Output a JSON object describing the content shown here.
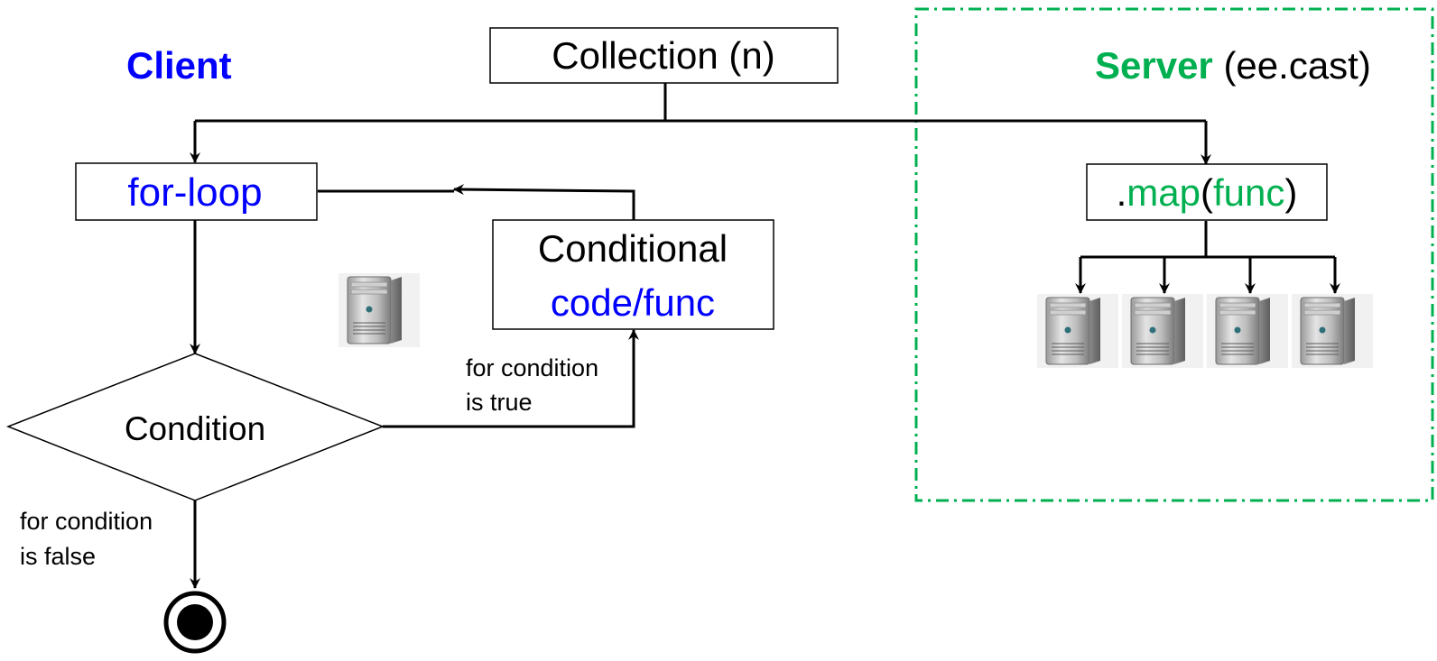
{
  "client_label": "Client",
  "server": {
    "label": "Server",
    "suffix": " (ee.cast)"
  },
  "collection_box": "Collection (n)",
  "for_loop_box": "for-loop",
  "conditional_box": {
    "line1": "Conditional",
    "line2": "code/func"
  },
  "map_box": {
    "dot": ".",
    "method": "map",
    "open": "(",
    "arg": "func",
    "close": ")"
  },
  "condition_diamond": "Condition",
  "true_branch_label": {
    "line1": "for condition",
    "line2": "is true"
  },
  "false_branch_label": {
    "line1": "for condition",
    "line2": "is false"
  },
  "icons": {
    "client_server": "server-tower-icon",
    "server_workers": [
      "server-tower-icon",
      "server-tower-icon",
      "server-tower-icon",
      "server-tower-icon"
    ],
    "end_node": "end-state-icon"
  },
  "colors": {
    "client": "#0000ff",
    "server": "#00b050",
    "line": "#000000",
    "dashed_border": "#00b050"
  }
}
